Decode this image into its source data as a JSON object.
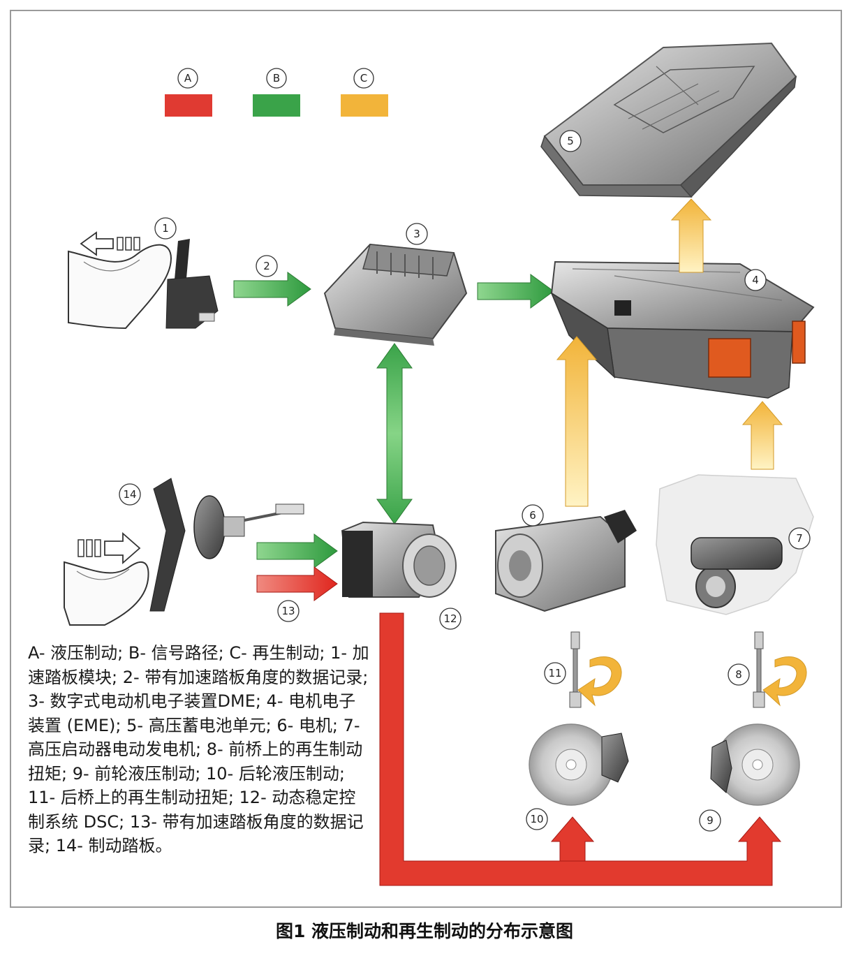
{
  "legend_swatches": [
    {
      "letter": "A",
      "color": "#e03a32"
    },
    {
      "letter": "B",
      "color": "#3aa349"
    },
    {
      "letter": "C",
      "color": "#f2b43a"
    }
  ],
  "component_numbers": [
    "1",
    "2",
    "3",
    "4",
    "5",
    "6",
    "7",
    "8",
    "9",
    "10",
    "11",
    "12",
    "13",
    "14"
  ],
  "legend_text": "A- 液压制动; B- 信号路径; C- 再生制动; 1- 加速踏板模块; 2- 带有加速踏板角度的数据记录; 3- 数字式电动机电子装置DME; 4- 电机电子装置 (EME); 5- 高压蓄电池单元; 6- 电机; 7- 高压启动器电动发电机; 8- 前桥上的再生制动扭矩; 9- 前轮液压制动; 10- 后轮液压制动; 11- 后桥上的再生制动扭矩; 12- 动态稳定控制系统 DSC; 13- 带有加速踏板角度的数据记录; 14- 制动踏板。",
  "caption": "图1 液压制动和再生制动的分布示意图"
}
